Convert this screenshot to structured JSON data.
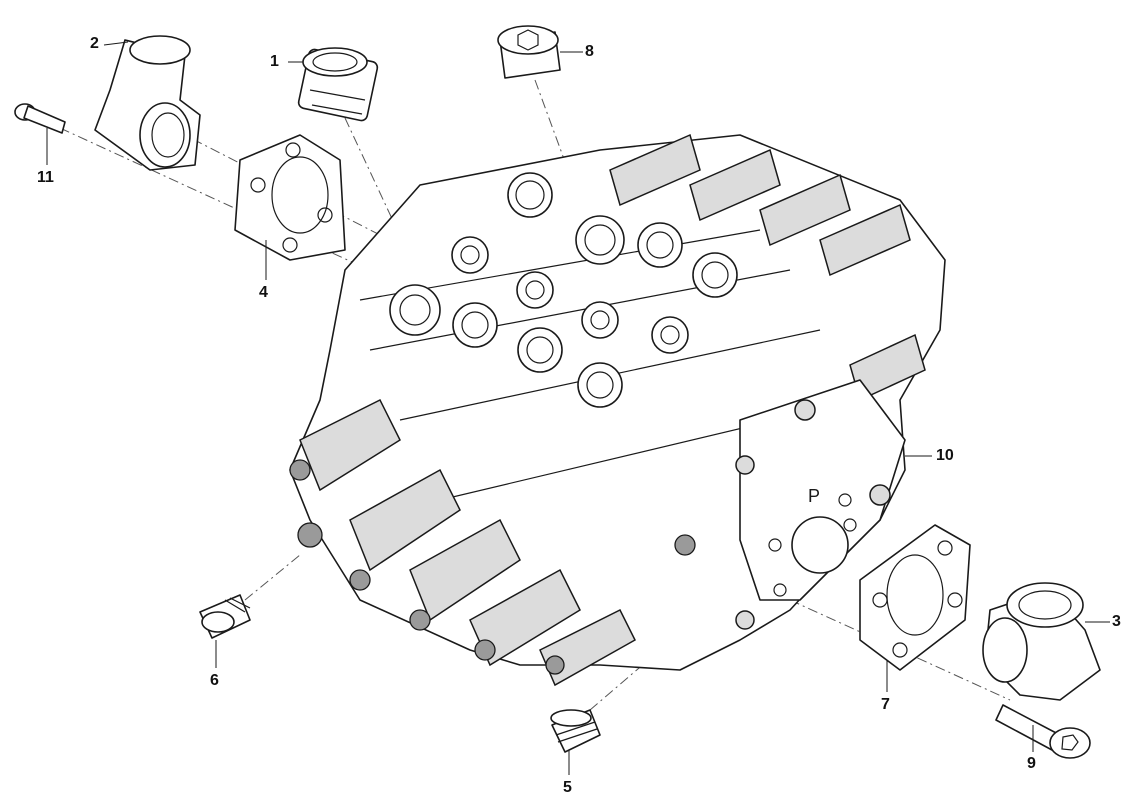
{
  "callouts": [
    {
      "id": "1",
      "label": "1"
    },
    {
      "id": "2",
      "label": "2"
    },
    {
      "id": "3",
      "label": "3"
    },
    {
      "id": "4",
      "label": "4"
    },
    {
      "id": "5",
      "label": "5"
    },
    {
      "id": "6",
      "label": "6"
    },
    {
      "id": "7",
      "label": "7"
    },
    {
      "id": "8",
      "label": "8"
    },
    {
      "id": "9",
      "label": "9"
    },
    {
      "id": "10",
      "label": "10"
    },
    {
      "id": "11",
      "label": "11"
    }
  ],
  "port_marking": "P"
}
